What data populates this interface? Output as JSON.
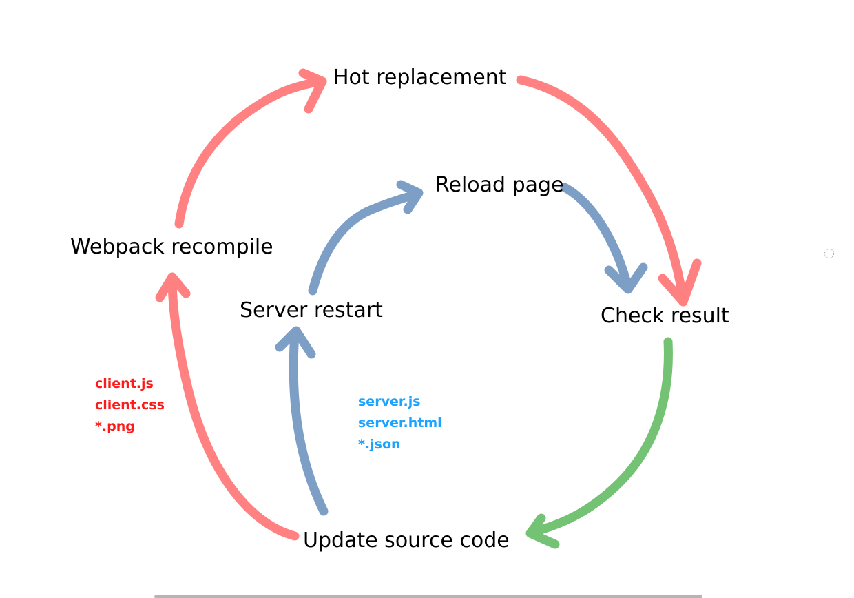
{
  "nodes": {
    "hot_replacement": "Hot replacement",
    "reload_page": "Reload page",
    "webpack_recompile": "Webpack recompile",
    "server_restart": "Server restart",
    "check_result": "Check result",
    "update_source_code": "Update source code"
  },
  "client_files": {
    "color": "#ff1a1a",
    "items": [
      "client.js",
      "client.css",
      "*.png"
    ]
  },
  "server_files": {
    "color": "#1aa3ff",
    "items": [
      "server.js",
      "server.html",
      "*.json"
    ]
  },
  "colors": {
    "client_path": "#ff7070",
    "server_path": "#6f95bf",
    "result_path": "#5fb35f"
  },
  "icons": [
    "spinner-icon"
  ]
}
